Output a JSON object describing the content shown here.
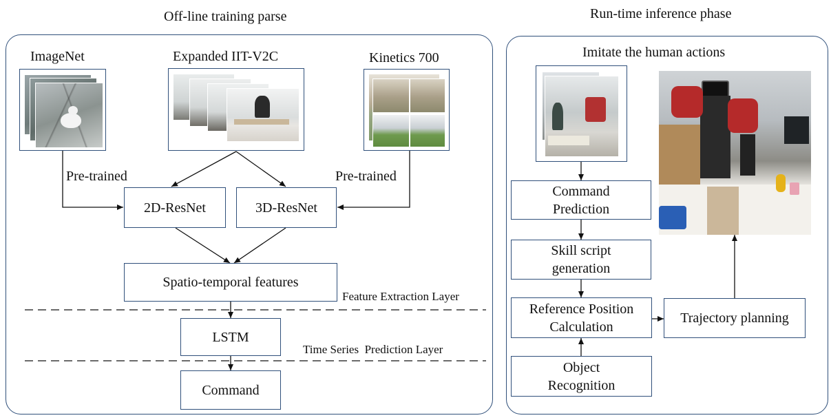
{
  "left_panel": {
    "title": "Off-line training parse",
    "sources": {
      "imagenet": "ImageNet",
      "iit_v2c": "Expanded IIT-V2C",
      "kinetics": "Kinetics 700"
    },
    "pretrained_left": "Pre-trained",
    "pretrained_right": "Pre-trained",
    "resnet2d": "2D-ResNet",
    "resnet3d": "3D-ResNet",
    "features": "Spatio-temporal features",
    "feature_layer": "Feature Extraction Layer",
    "lstm": "LSTM",
    "time_layer": "Time Series  Prediction Layer",
    "command": "Command"
  },
  "right_panel": {
    "title": "Run-time inference phase",
    "subtitle": "Imitate the human actions",
    "command_prediction": "Command Prediction",
    "skill_script": "Skill script generation",
    "reference_position": "Reference Position Calculation",
    "object_recognition": "Object Recognition",
    "trajectory_planning": "Trajectory planning"
  },
  "colors": {
    "border": "#2f4f7a",
    "line": "#111111"
  }
}
